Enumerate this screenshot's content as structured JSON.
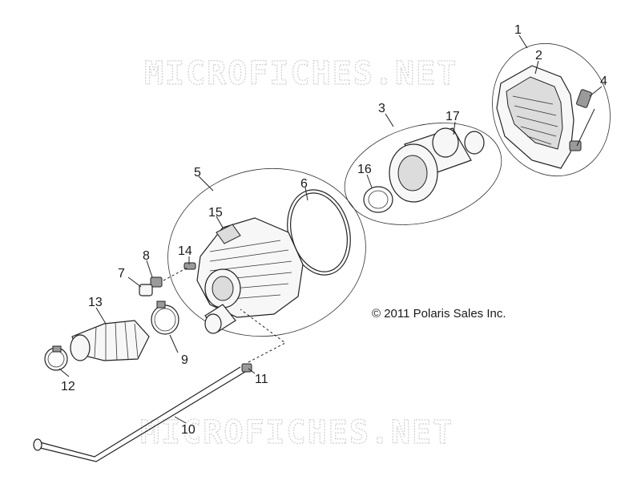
{
  "watermark": {
    "text_top": "MICROFICHES.NET",
    "text_bottom": "MICROFICHES.NET"
  },
  "copyright": "© 2011 Polaris Sales Inc.",
  "callouts": {
    "c1": "1",
    "c2": "2",
    "c3": "3",
    "c4": "4",
    "c5": "5",
    "c6": "6",
    "c7": "7",
    "c8": "8",
    "c9": "9",
    "c10": "10",
    "c11": "11",
    "c12": "12",
    "c13": "13",
    "c14": "14",
    "c15": "15",
    "c16": "16",
    "c17": "17"
  }
}
